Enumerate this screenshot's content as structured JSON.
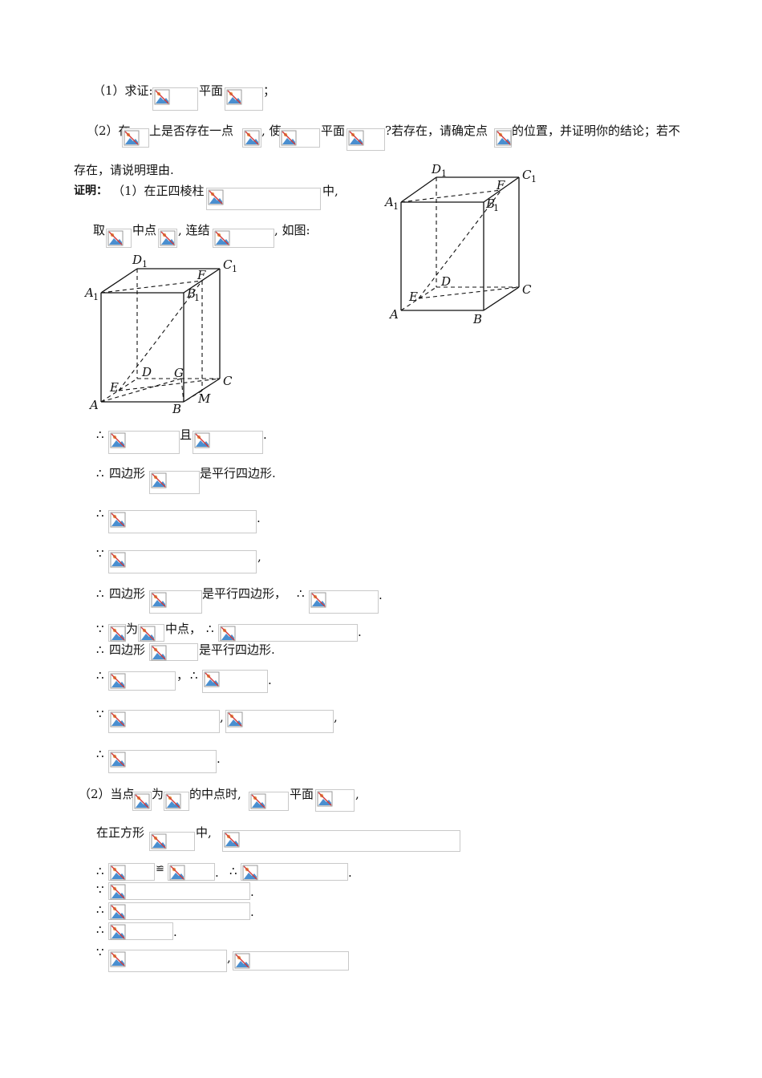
{
  "part1": {
    "q1_prefix": "（1）求证:",
    "q1_mid": "平面",
    "q1_end": "；"
  },
  "part2": {
    "q2_a": "（2）在",
    "q2_b": "上是否存在一点",
    "q2_c": ", 使",
    "q2_d": "平面",
    "q2_e": "?若存在，请确定点",
    "q2_f": "的位置，并证明你的结论；若不",
    "q2_g": "存在，请说明理由."
  },
  "proof": {
    "label": "证明：",
    "p1_a": "（1）在正四棱柱",
    "p1_b": "中,",
    "take_a": "取",
    "take_b": "中点",
    "take_c": ", 连结",
    "take_d": ", 如图:",
    "therefore": "∴",
    "because": "∵",
    "and": "且",
    "dot": ".",
    "comma": ",",
    "comma_cn": "，",
    "quad_a": "四边形",
    "is_parallelogram": "是平行四边形.",
    "is_parallelogram_comma": "是平行四边形，",
    "is_at": "为",
    "midpoint_comma": "中点，",
    "congruent": "≌"
  },
  "part2_proof": {
    "when_a": "（2）当点",
    "when_b": "为",
    "when_c": "的中点时,",
    "when_d": "平面",
    "when_e": ",",
    "square_a": "在正方形",
    "square_b": "中,"
  },
  "figure_right": {
    "labels": [
      "D",
      "1",
      "C",
      "1",
      "F",
      "A",
      "1",
      "B",
      "1",
      "D",
      "C",
      "E",
      "A",
      "B"
    ]
  },
  "figure_left": {
    "labels": [
      "D",
      "1",
      "C",
      "1",
      "F",
      "A",
      "1",
      "B",
      "1",
      "D",
      "G",
      "C",
      "E",
      "A",
      "B",
      "M"
    ]
  },
  "colors": {
    "text": "#111111",
    "placeholder_border": "#c9c9c9"
  }
}
